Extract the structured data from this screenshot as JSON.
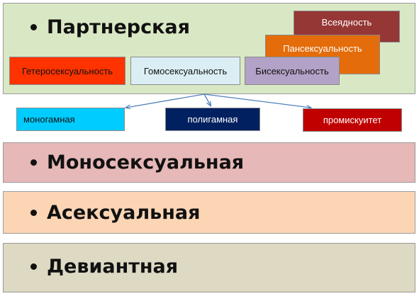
{
  "bands": {
    "partner": "Партнерская",
    "mono": "Моносексуальная",
    "asex": "Асексуальная",
    "dev": "Девиантная"
  },
  "orientations": {
    "vse": "Всеядность",
    "pan": "Пансексуальность",
    "bi": "Бисексуальность",
    "hetero": "Гетеросексуальность",
    "homo": "Гомосексуальность"
  },
  "relationship_forms": {
    "monog": "моногамная",
    "polig": "полигамная",
    "promi": "промискуитет"
  },
  "colors": {
    "partner_band": "#d9e8c4",
    "mono_band": "#e6b8b7",
    "asex_band": "#fcd5b5",
    "dev_band": "#ddd9c3",
    "arrow": "#4f81bd"
  }
}
